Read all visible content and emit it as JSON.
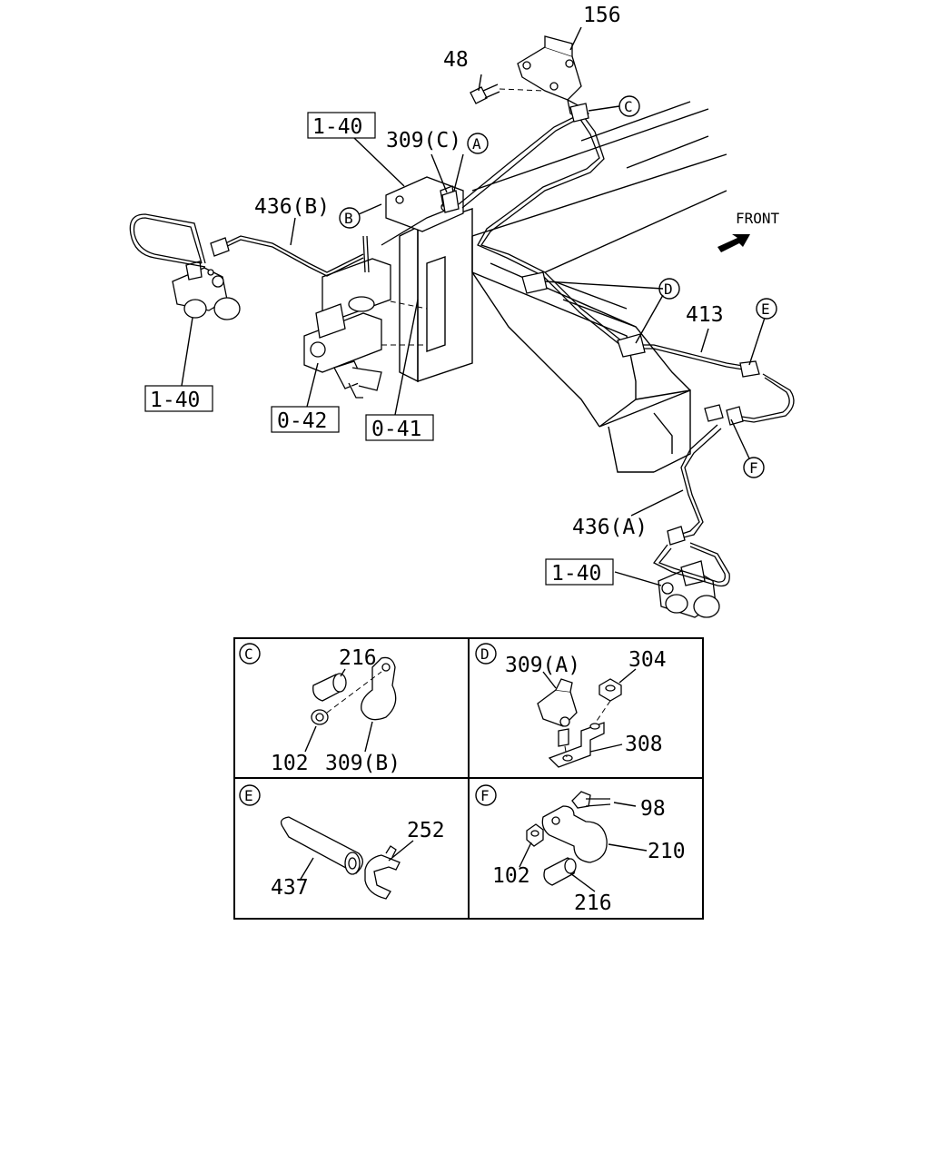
{
  "callouts": {
    "c156": "156",
    "c48": "48",
    "ref_1_40_top": "1-40",
    "c309c": "309(C)",
    "c436b": "436(B)",
    "front": "FRONT",
    "c413": "413",
    "ref_1_40_left": "1-40",
    "ref_0_42": "0-42",
    "ref_0_41": "0-41",
    "c436a": "436(A)",
    "ref_1_40_bottom": "1-40"
  },
  "circled": {
    "A": "A",
    "B": "B",
    "C": "C",
    "D": "D",
    "E": "E",
    "F": "F"
  },
  "details": {
    "C": {
      "letter": "C",
      "p216": "216",
      "p102": "102",
      "p309b": "309(B)"
    },
    "D": {
      "letter": "D",
      "p309a": "309(A)",
      "p304": "304",
      "p308": "308"
    },
    "E": {
      "letter": "E",
      "p252": "252",
      "p437": "437"
    },
    "F": {
      "letter": "F",
      "p98": "98",
      "p210": "210",
      "p102": "102",
      "p216": "216"
    }
  }
}
